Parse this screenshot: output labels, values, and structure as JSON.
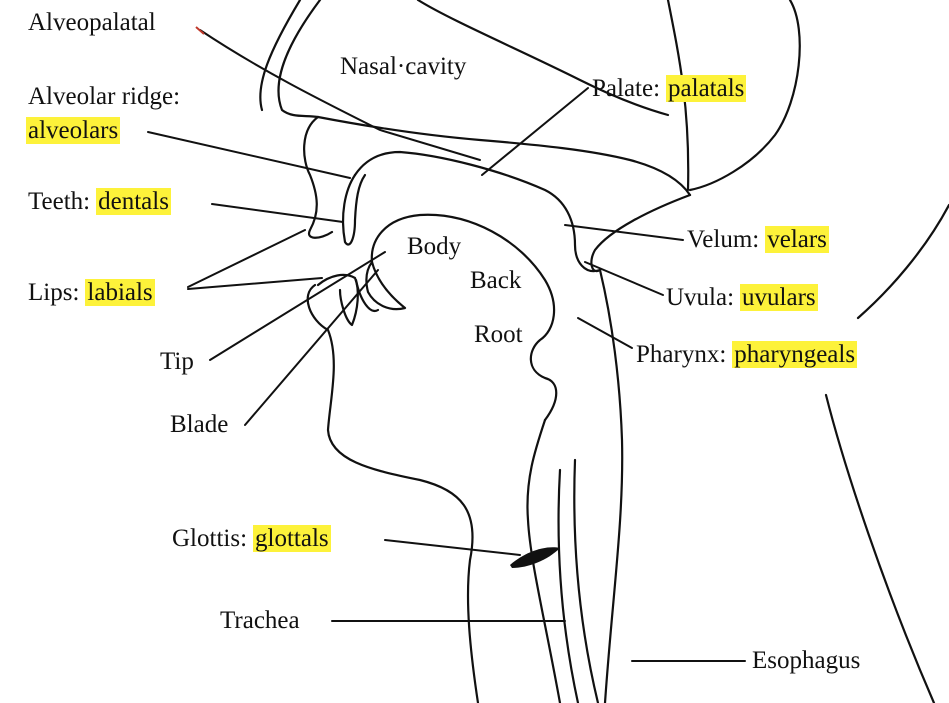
{
  "labels": {
    "alveopalatal": "Alveopalatal",
    "nasal_cavity": "Nasal·cavity",
    "alveolar_ridge": "Alveolar ridge:",
    "alveolars": "alveolars",
    "teeth": "Teeth:",
    "dentals": "dentals",
    "lips": "Lips:",
    "labials": "labials",
    "palate": "Palate:",
    "palatals": "palatals",
    "velum": "Velum:",
    "velars": "velars",
    "uvula": "Uvula:",
    "uvulars": "uvulars",
    "pharynx": "Pharynx:",
    "pharyngeals": "pharyngeals",
    "body": "Body",
    "back": "Back",
    "root": "Root",
    "tip": "Tip",
    "blade": "Blade",
    "glottis": "Glottis:",
    "glottals": "glottals",
    "trachea": "Trachea",
    "esophagus": "Esophagus"
  },
  "colors": {
    "highlight": "#fdf23a",
    "ink": "#111111",
    "background": "#ffffff"
  }
}
